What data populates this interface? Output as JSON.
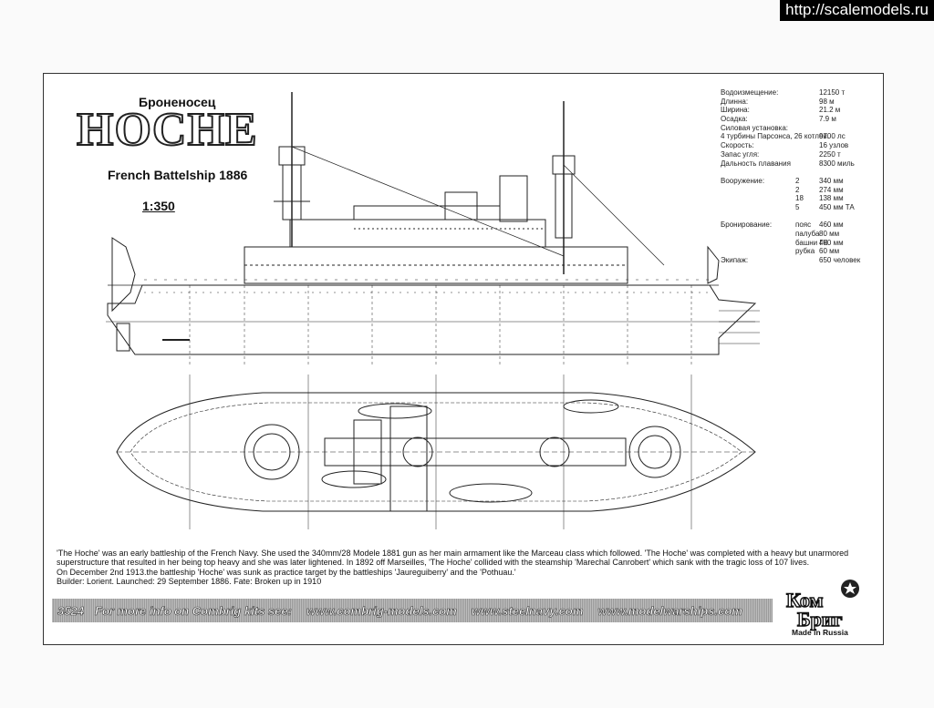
{
  "watermark": "http://scalemodels.ru",
  "header": {
    "subtitle_ru": "Броненосец",
    "ship_name": "HOCHE",
    "subtitle_en": "French Battelship 1886",
    "scale": "1:350"
  },
  "specs": {
    "rows": [
      {
        "label": "Водоизмещение:",
        "value": "12150 т"
      },
      {
        "label": "Длинна:",
        "value": "98 м"
      },
      {
        "label": "Ширина:",
        "value": "21.2 м"
      },
      {
        "label": "Осадка:",
        "value": "7.9 м"
      },
      {
        "label": "Силовая установка:",
        "value": ""
      },
      {
        "label": "4 турбины Парсонса, 26 котлов.",
        "value": "9700 лс"
      },
      {
        "label": "Скорость:",
        "value": "16 узлов"
      },
      {
        "label": "Запас угля:",
        "value": "2250 т"
      },
      {
        "label": "Дальность плавания",
        "value": "8300 миль"
      }
    ],
    "armament_label": "Вооружение:",
    "armament": [
      {
        "count": "2",
        "value": "340 мм"
      },
      {
        "count": "2",
        "value": "274 мм"
      },
      {
        "count": "18",
        "value": "138 мм"
      },
      {
        "count": "5",
        "value": "450 мм ТА"
      }
    ],
    "armor_label": "Бронирование:",
    "armor": [
      {
        "part": "пояс",
        "value": "460 мм"
      },
      {
        "part": "палуба",
        "value": "80 мм"
      },
      {
        "part": "башни ГК",
        "value": "400 мм"
      },
      {
        "part": "рубка",
        "value": "60 мм"
      }
    ],
    "crew_label": "Экипаж:",
    "crew_value": "650 человек"
  },
  "description": [
    "'The Hoche' was an early battleship of the French Navy. She used the 340mm/28 Modele 1881 gun as her main armament like the Marceau class which followed. 'The Hoche' was completed with a heavy but unarmored superstructure that resulted in her being top heavy and she was later lightened. In 1892 off Marseilles, 'The Hoche' collided with the steamship 'Marechal Canrobert' which sank with the tragic loss of 107 lives.",
    "On December 2nd 1913.the battleship 'Hoche' was sunk as practice target by the battleships 'Jaureguiberry' and the 'Pothuau.'",
    "Builder: Lorient. Launched: 29 September 1886. Fate: Broken up in 1910"
  ],
  "banner": {
    "code": "3524",
    "text": "For more info on Combrig kits see:",
    "links": [
      "www.combrig-models.com",
      "www.steelnavy.com",
      "www.modelwarships.com"
    ]
  },
  "logo": {
    "line1": "Ком",
    "line2": "Бриг",
    "made_in": "Made in Russia"
  },
  "colors": {
    "line": "#222222",
    "banner": "#a8a8a8",
    "background": "#ffffff"
  }
}
